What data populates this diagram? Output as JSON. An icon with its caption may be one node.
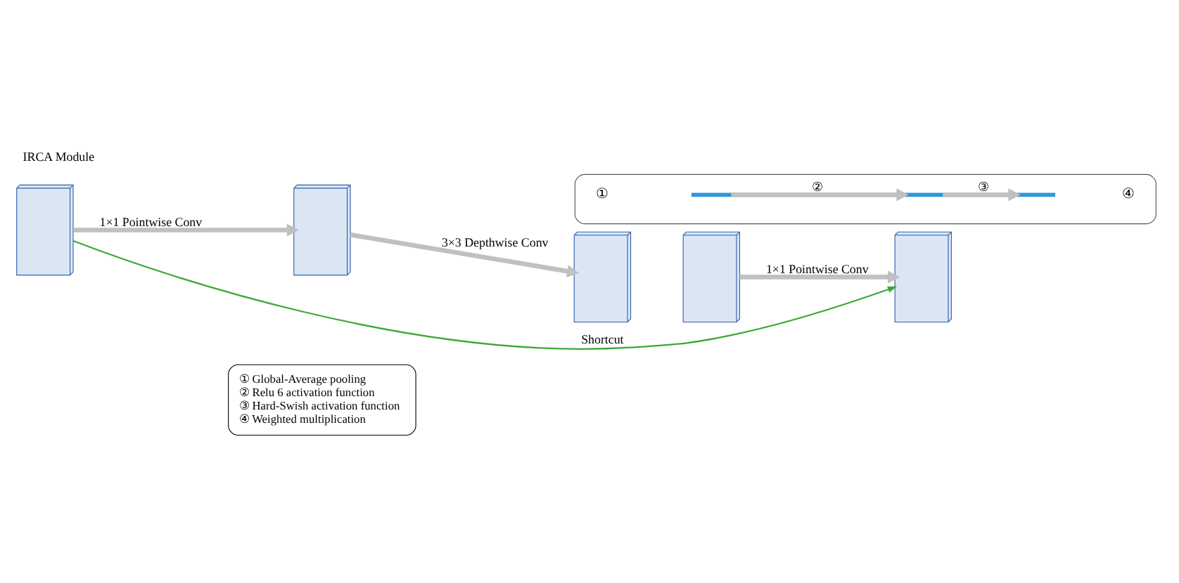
{
  "diagram": {
    "title": "IRCA Module",
    "nodes": [
      {
        "text": [],
        "shape": "box"
      },
      {
        "text": [],
        "shape": "box"
      },
      {
        "text": [],
        "shape": "box"
      },
      {
        "text": [],
        "shape": "box"
      },
      {
        "text": [],
        "shape": "box"
      },
      {
        "text": [
          "① Global-Average pooling",
          "② Relu 6 activation function",
          "③ Hard-Swish activation function",
          "④ Weighted multiplication"
        ]
      },
      {
        "text": [],
        "shape": "box"
      },
      {
        "text": [],
        "shape": "bar",
        "in": 6
      },
      {
        "text": [],
        "shape": "bar",
        "in": 6
      },
      {
        "text": [],
        "shape": "bar",
        "in": 6
      }
    ],
    "edges": [
      {
        "from": 0,
        "to": 1,
        "arrow": "to",
        "label": "1×1 Pointwise Conv"
      },
      {
        "from": 1,
        "to": 2,
        "arrow": "to",
        "label": "3×3 Depthwise Conv"
      },
      {
        "from": 3,
        "to": 4,
        "arrow": "to",
        "label": "1×1 Pointwise Conv"
      },
      {
        "from": 0,
        "to": 4,
        "arrow": "to",
        "label": "Shortcut",
        "color": "#3aaa35"
      },
      {
        "from": 7,
        "to": 8,
        "arrow": "to",
        "label": "②"
      },
      {
        "from": 8,
        "to": 9,
        "arrow": "to",
        "label": "③"
      }
    ],
    "labels": [
      "①",
      "④"
    ]
  }
}
